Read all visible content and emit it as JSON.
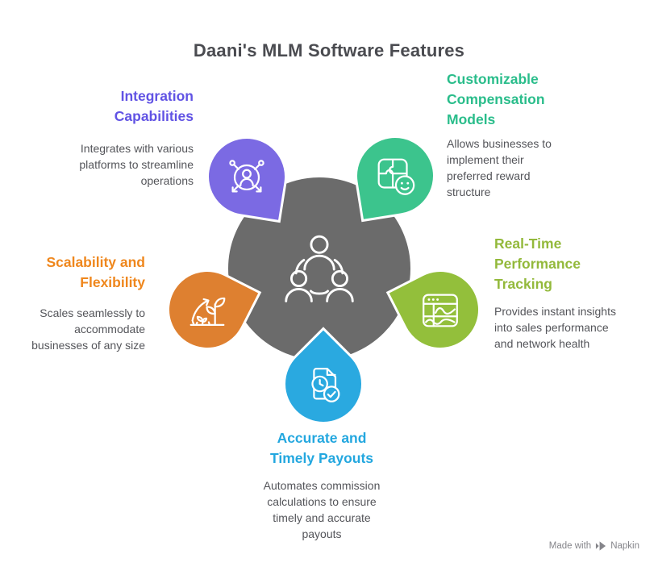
{
  "title": "Daani's MLM Software Features",
  "center": {
    "color": "#6b6b6b",
    "icon": "team-network-icon"
  },
  "features": [
    {
      "id": "integration",
      "heading": "Integration\nCapabilities",
      "description": "Integrates with various\nplatforms to streamline\noperations",
      "heading_color": "#6153e4",
      "petal_color": "#7b6ae3",
      "icon": "share-network-icon"
    },
    {
      "id": "compensation",
      "heading": "Customizable\nCompensation\nModels",
      "description": "Allows businesses to\nimplement their\npreferred reward\nstructure",
      "heading_color": "#2abd8b",
      "petal_color": "#3cc48d",
      "icon": "puzzle-smiley-icon"
    },
    {
      "id": "tracking",
      "heading": "Real-Time\nPerformance\nTracking",
      "description": "Provides instant insights\ninto sales performance\nand network health",
      "heading_color": "#93b93b",
      "petal_color": "#93bf3b",
      "icon": "analytics-window-icon"
    },
    {
      "id": "payouts",
      "heading": "Accurate and\nTimely Payouts",
      "description": "Automates commission\ncalculations to ensure\ntimely and accurate\npayouts",
      "heading_color": "#23a7df",
      "petal_color": "#2aa9e0",
      "icon": "document-check-icon"
    },
    {
      "id": "scalability",
      "heading": "Scalability and\nFlexibility",
      "description": "Scales seamlessly to\naccommodate\nbusinesses of any size",
      "heading_color": "#ef871d",
      "petal_color": "#de8030",
      "icon": "growth-plant-icon"
    }
  ],
  "watermark": {
    "made_with": "Made with",
    "brand": "Napkin"
  }
}
